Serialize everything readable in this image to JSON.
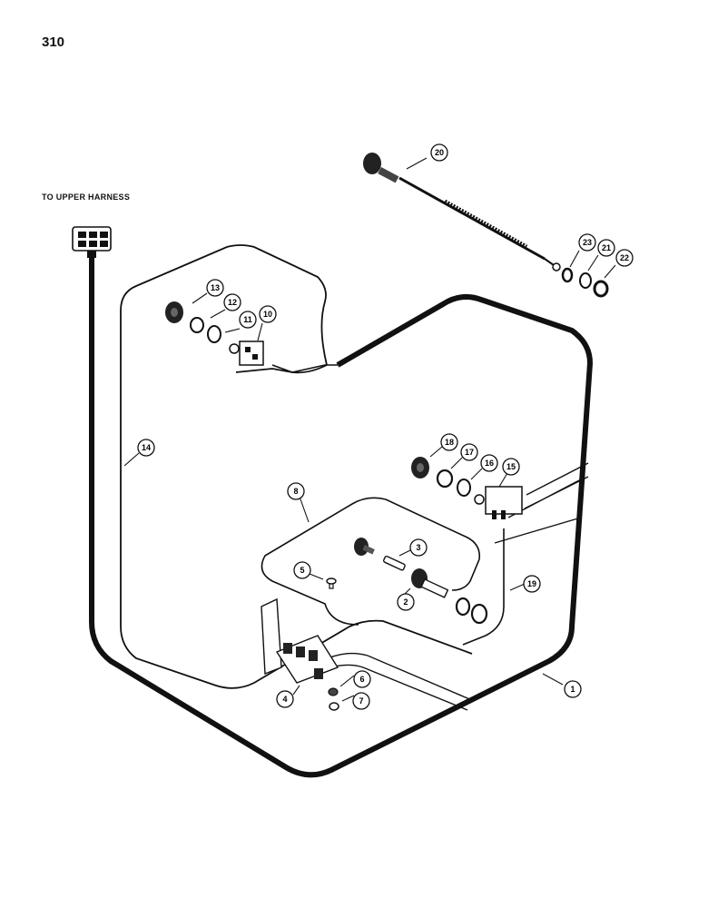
{
  "page": {
    "number": "310"
  },
  "notes": {
    "upper_harness": "TO UPPER HARNESS"
  },
  "callouts": [
    "1",
    "2",
    "3",
    "4",
    "5",
    "6",
    "7",
    "8",
    "10",
    "11",
    "12",
    "13",
    "14",
    "15",
    "16",
    "17",
    "18",
    "19",
    "20",
    "21",
    "22",
    "23"
  ],
  "colors": {
    "ink": "#111111",
    "background": "#ffffff"
  }
}
